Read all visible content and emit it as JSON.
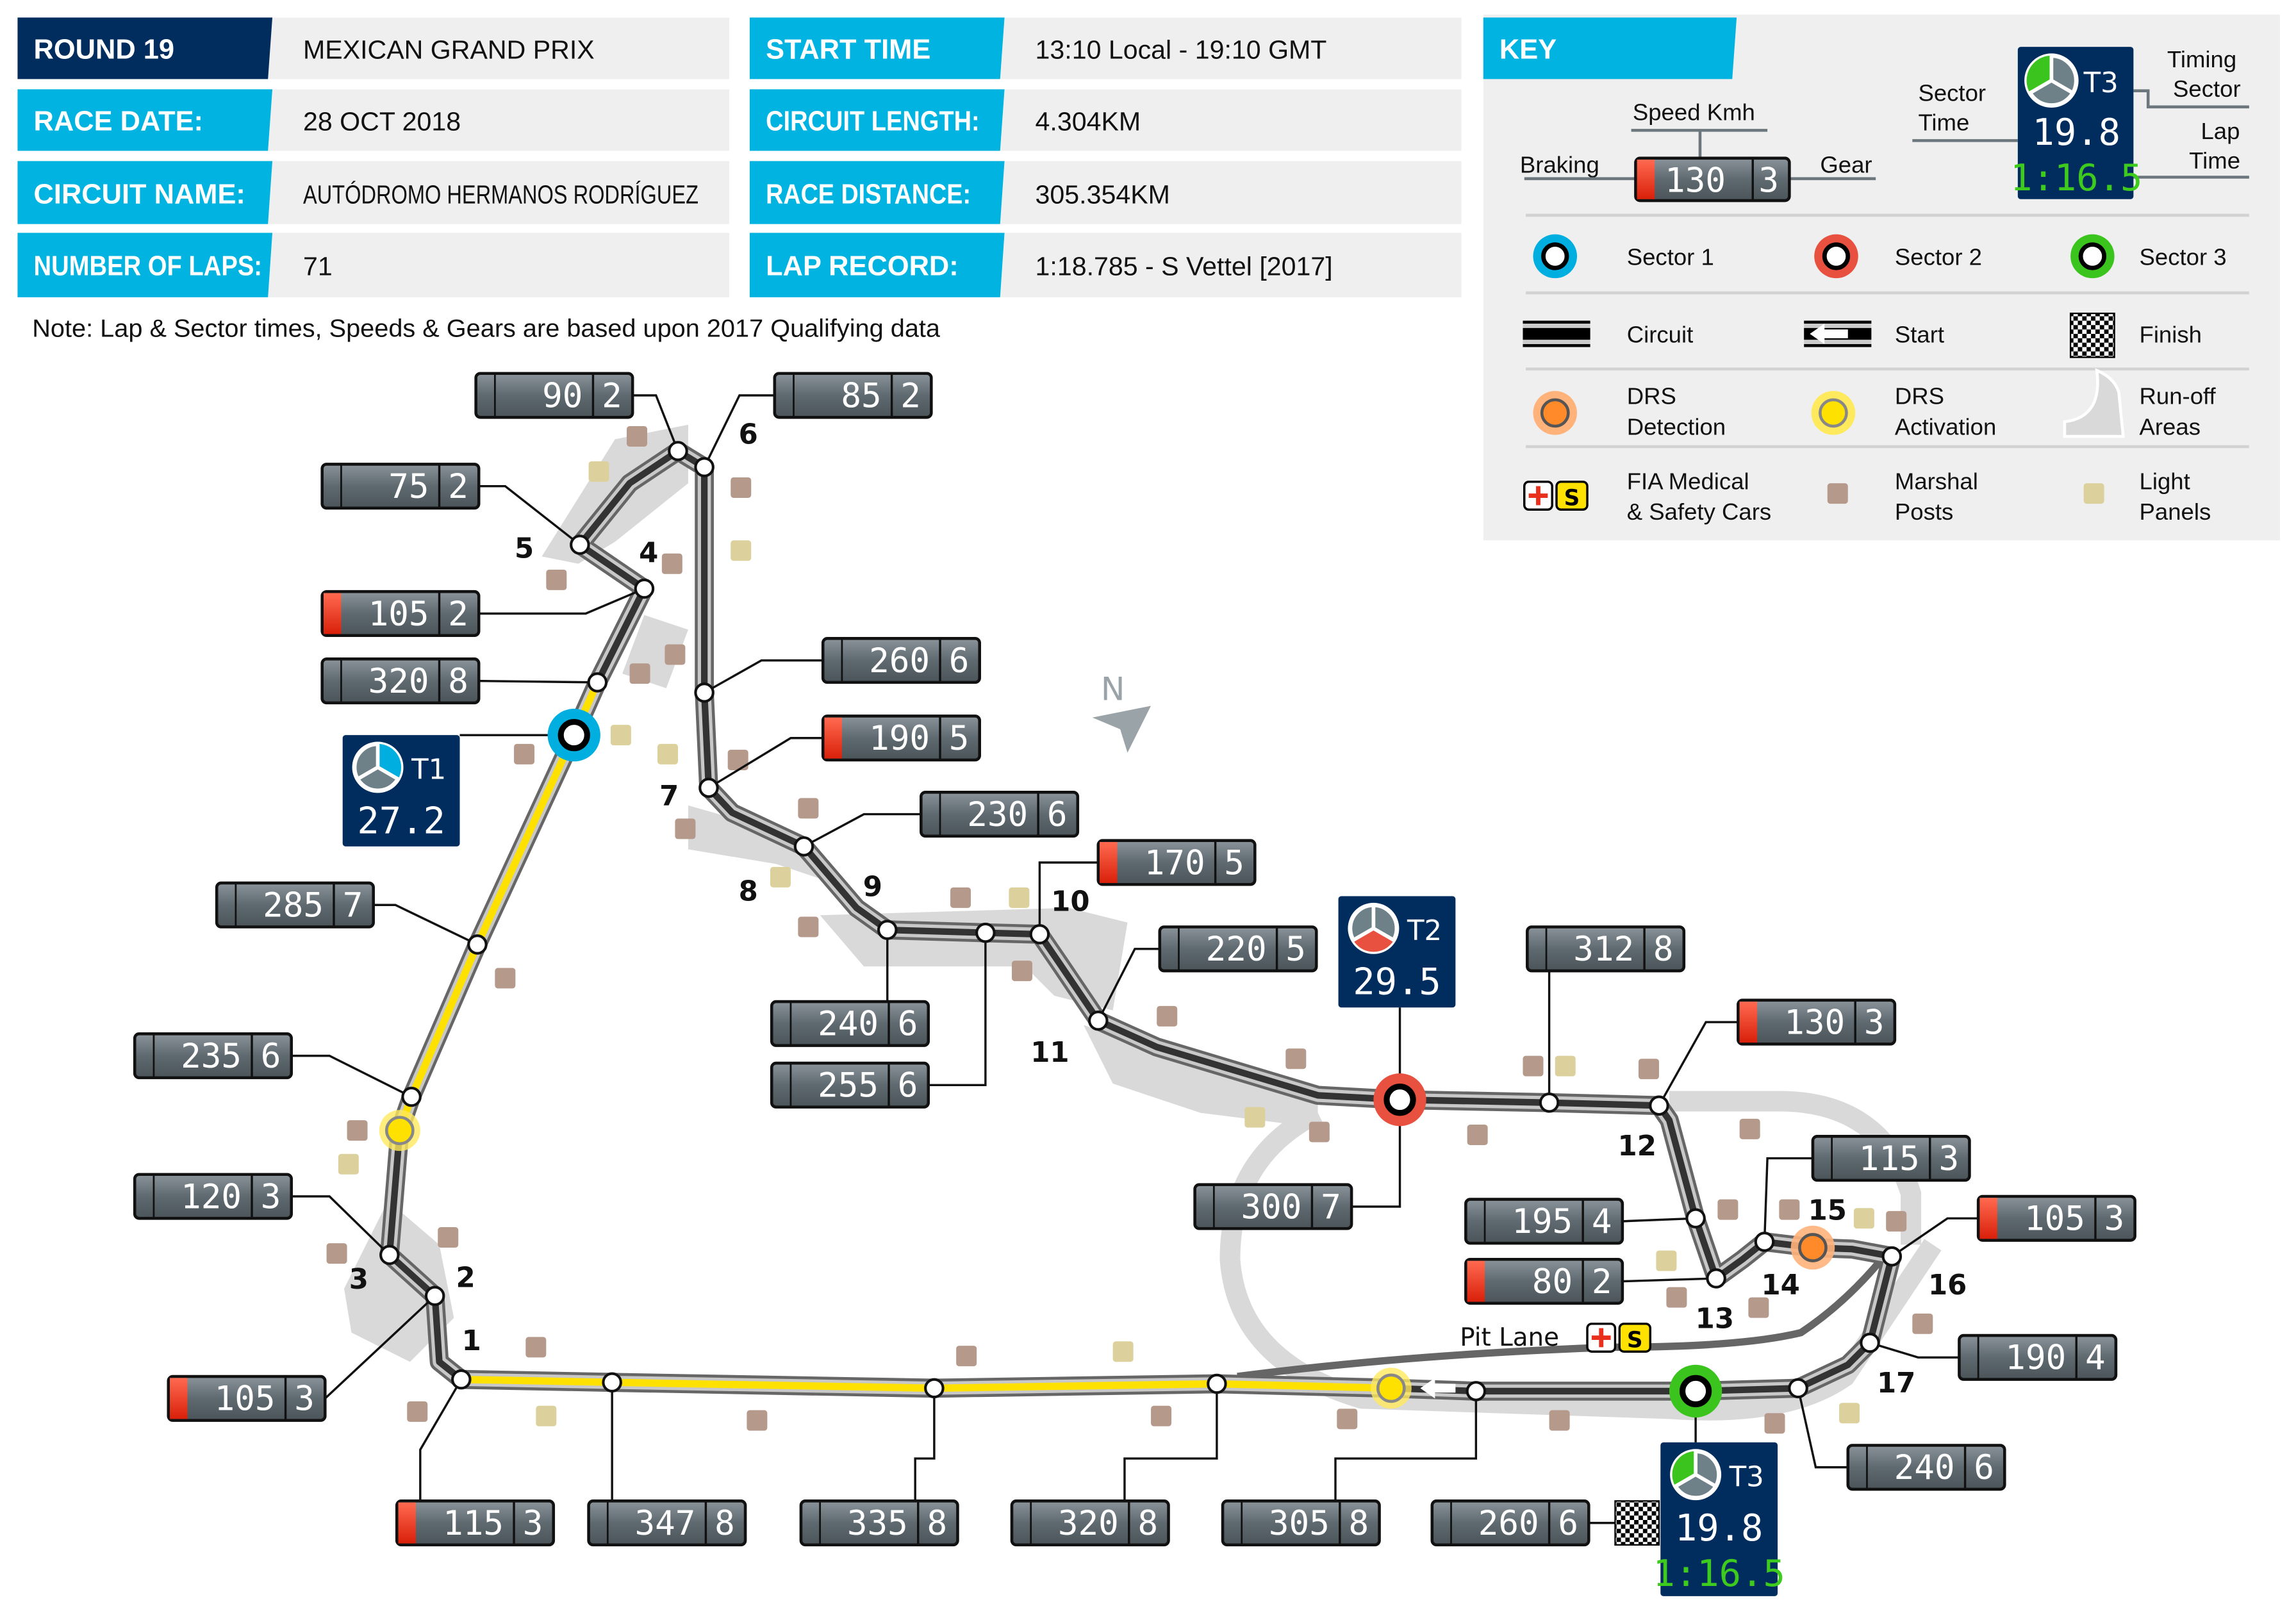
{
  "info_table": {
    "left": [
      {
        "label": "ROUND 19",
        "value": "MEXICAN GRAND PRIX"
      },
      {
        "label": "RACE DATE:",
        "value": "28 OCT 2018"
      },
      {
        "label": "CIRCUIT NAME:",
        "value": "AUTÓDROMO HERMANOS RODRÍGUEZ"
      },
      {
        "label": "NUMBER OF LAPS:",
        "value": "71"
      }
    ],
    "right": [
      {
        "label": "START TIME",
        "value": "13:10 Local - 19:10 GMT"
      },
      {
        "label": "CIRCUIT LENGTH:",
        "value": "4.304KM"
      },
      {
        "label": "RACE DISTANCE:",
        "value": "305.354KM"
      },
      {
        "label": "LAP RECORD:",
        "value": "1:18.785 - S Vettel [2017]"
      }
    ],
    "note": "Note:  Lap & Sector times, Speeds & Gears are based upon 2017 Qualifying data"
  },
  "colors": {
    "navy": "#002d5e",
    "cyan": "#00b3e0",
    "sector1": "#00aee0",
    "sector2": "#e8503f",
    "sector3": "#3cc41e",
    "drs_activation": "#ffe100",
    "drs_detection": "#ff8a2a",
    "braking": "#e8301c",
    "runoff": "#d9d9d9",
    "marshal": "#b59a8c",
    "light_panel": "#dcd19c"
  },
  "key": {
    "title": "KEY",
    "speed_label": "Speed Kmh",
    "braking_label": "Braking",
    "gear_label": "Gear",
    "sample_speed": "130",
    "sample_gear": "3",
    "sector_time_label": [
      "Sector",
      "Time"
    ],
    "timing_sector_label": [
      "Timing",
      "Sector"
    ],
    "lap_time_label": [
      "Lap",
      "Time"
    ],
    "sample_timing": {
      "sector": "T3",
      "time": "19.8",
      "lap": "1:16.5"
    },
    "items": [
      {
        "icon": "sector-1-marker",
        "label": [
          "Sector 1"
        ]
      },
      {
        "icon": "sector-2-marker",
        "label": [
          "Sector 2"
        ]
      },
      {
        "icon": "sector-3-marker",
        "label": [
          "Sector 3"
        ]
      },
      {
        "icon": "circuit-line",
        "label": [
          "Circuit"
        ]
      },
      {
        "icon": "start-arrow",
        "label": [
          "Start"
        ]
      },
      {
        "icon": "checkered-flag",
        "label": [
          "Finish"
        ]
      },
      {
        "icon": "drs-detection",
        "label": [
          "DRS",
          "Detection"
        ]
      },
      {
        "icon": "drs-activation",
        "label": [
          "DRS",
          "Activation"
        ]
      },
      {
        "icon": "run-off-area",
        "label": [
          "Run-off",
          "Areas"
        ]
      },
      {
        "icon": "medical-safety-car",
        "label": [
          "FIA Medical",
          "& Safety Cars"
        ]
      },
      {
        "icon": "marshal-post",
        "label": [
          "Marshal",
          "Posts"
        ]
      },
      {
        "icon": "light-panel",
        "label": [
          "Light",
          "Panels"
        ]
      }
    ],
    "safety_car_letter": "S"
  },
  "map": {
    "north": "N",
    "pit_lane_label": "Pit Lane",
    "safety_car_letter": "S",
    "corners": [
      "1",
      "2",
      "3",
      "4",
      "5",
      "6",
      "7",
      "8",
      "9",
      "10",
      "11",
      "12",
      "13",
      "14",
      "15",
      "16",
      "17"
    ],
    "timing": [
      {
        "sector": "T1",
        "time": "27.2",
        "color": "#00aee0"
      },
      {
        "sector": "T2",
        "time": "29.5",
        "color": "#e8503f"
      },
      {
        "sector": "T3",
        "time": "19.8",
        "lap": "1:16.5",
        "color": "#3cc41e"
      }
    ],
    "speed_boxes": [
      {
        "speed": "90",
        "gear": "2",
        "braking": false
      },
      {
        "speed": "85",
        "gear": "2",
        "braking": false
      },
      {
        "speed": "75",
        "gear": "2",
        "braking": false
      },
      {
        "speed": "105",
        "gear": "2",
        "braking": true
      },
      {
        "speed": "320",
        "gear": "8",
        "braking": false
      },
      {
        "speed": "260",
        "gear": "6",
        "braking": false
      },
      {
        "speed": "190",
        "gear": "5",
        "braking": true
      },
      {
        "speed": "230",
        "gear": "6",
        "braking": false
      },
      {
        "speed": "170",
        "gear": "5",
        "braking": true
      },
      {
        "speed": "285",
        "gear": "7",
        "braking": false
      },
      {
        "speed": "235",
        "gear": "6",
        "braking": false
      },
      {
        "speed": "220",
        "gear": "5",
        "braking": false
      },
      {
        "speed": "312",
        "gear": "8",
        "braking": false
      },
      {
        "speed": "130",
        "gear": "3",
        "braking": true
      },
      {
        "speed": "240",
        "gear": "6",
        "braking": false
      },
      {
        "speed": "255",
        "gear": "6",
        "braking": false
      },
      {
        "speed": "300",
        "gear": "7",
        "braking": false
      },
      {
        "speed": "120",
        "gear": "3",
        "braking": false
      },
      {
        "speed": "195",
        "gear": "4",
        "braking": false
      },
      {
        "speed": "115",
        "gear": "3",
        "braking": false
      },
      {
        "speed": "80",
        "gear": "2",
        "braking": true
      },
      {
        "speed": "105",
        "gear": "3",
        "braking": true
      },
      {
        "speed": "105",
        "gear": "3",
        "braking": true
      },
      {
        "speed": "190",
        "gear": "4",
        "braking": false
      },
      {
        "speed": "240",
        "gear": "6",
        "braking": false
      },
      {
        "speed": "115",
        "gear": "3",
        "braking": true
      },
      {
        "speed": "347",
        "gear": "8",
        "braking": false
      },
      {
        "speed": "335",
        "gear": "8",
        "braking": false
      },
      {
        "speed": "320",
        "gear": "8",
        "braking": false
      },
      {
        "speed": "305",
        "gear": "8",
        "braking": false
      },
      {
        "speed": "260",
        "gear": "6",
        "braking": false
      }
    ]
  }
}
